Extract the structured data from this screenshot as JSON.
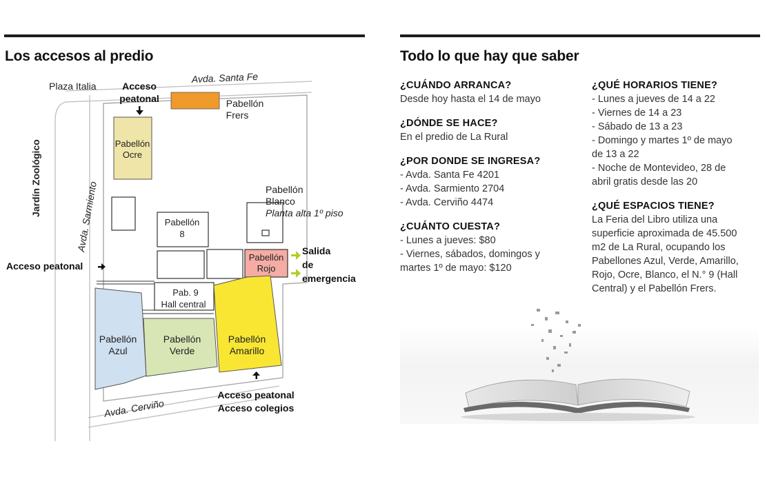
{
  "map": {
    "title": "Los accesos al predio",
    "streets": {
      "santa_fe": "Avda. Santa Fe",
      "sarmiento": "Avda. Sarmiento",
      "cervino": "Avda. Cerviño"
    },
    "places": {
      "plaza_italia": "Plaza Italia",
      "jardin": "Jardín Zoológico"
    },
    "pavilions": {
      "frers": [
        "Pabellón",
        "Frers"
      ],
      "ocre": [
        "Pabellón",
        "Ocre"
      ],
      "blanco": [
        "Pabellón",
        "Blanco",
        "Planta alta 1º piso"
      ],
      "p8": [
        "Pabellón",
        "8"
      ],
      "rojo": [
        "Pabellón",
        "Rojo"
      ],
      "p9": [
        "Pab. 9",
        "Hall central"
      ],
      "azul": [
        "Pabellón",
        "Azul"
      ],
      "verde": [
        "Pabellón",
        "Verde"
      ],
      "amarillo": [
        "Pabellón",
        "Amarillo"
      ]
    },
    "access": {
      "top": [
        "Acceso",
        "peatonal"
      ],
      "left": "Acceso peatonal",
      "bottom": [
        "Acceso peatonal",
        "Acceso colegios"
      ],
      "exit": [
        "Salida",
        "de",
        "emergencia"
      ]
    },
    "colors": {
      "frers": "#ef9a2b",
      "ocre": "#efe5a8",
      "rojo": "#f4aca4",
      "azul": "#cfe0f0",
      "verde": "#d8e6b6",
      "amarillo": "#f8e633",
      "exit_arrow": "#b5cc2c"
    }
  },
  "info": {
    "title": "Todo lo que hay que saber",
    "left": [
      {
        "q": "¿CUÁNDO ARRANCA?",
        "lines": [
          "Desde hoy hasta el 14 de mayo"
        ]
      },
      {
        "q": "¿DÓNDE SE HACE?",
        "lines": [
          "En el predio de La Rural"
        ]
      },
      {
        "q": "¿POR DONDE SE INGRESA?",
        "lines": [
          "- Avda. Santa Fe 4201",
          "- Avda. Sarmiento 2704",
          "- Avda. Cerviño 4474"
        ]
      },
      {
        "q": "¿CUÁNTO CUESTA?",
        "lines": [
          "- Lunes a jueves: $80",
          "- Viernes, sábados, domingos y",
          "martes 1º de mayo: $120"
        ]
      }
    ],
    "right": [
      {
        "q": "¿QUÉ HORARIOS TIENE?",
        "lines": [
          "- Lunes a jueves de 14 a 22",
          "- Viernes de 14 a 23",
          "- Sábado de 13 a 23",
          "- Domingo y martes 1º de mayo",
          "de 13 a 22",
          "- Noche de Montevideo, 28 de",
          "abril gratis desde las 20"
        ]
      },
      {
        "q": "¿QUÉ ESPACIOS TIENE?",
        "lines": [
          "La Feria del Libro utiliza una",
          "superficie aproximada de 45.500",
          "m2 de La Rural, ocupando los",
          "Pabellones Azul, Verde, Amarillo,",
          "Rojo, Ocre, Blanco, el N.° 9 (Hall",
          "Central) y el Pabellón Frers."
        ]
      }
    ]
  }
}
